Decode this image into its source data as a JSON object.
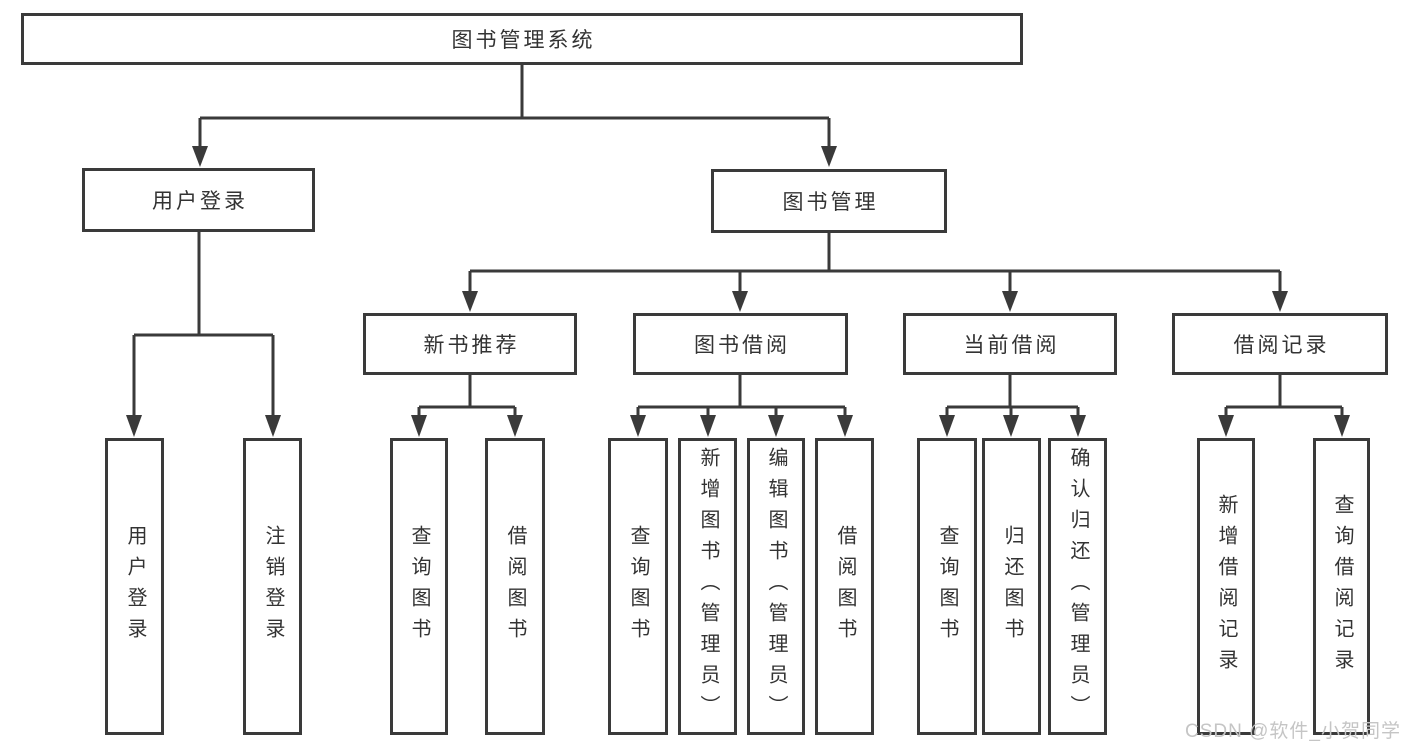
{
  "diagram": {
    "title": "图书管理系统",
    "root": {
      "label": "图书管理系统"
    },
    "level2": [
      {
        "label": "用户登录"
      },
      {
        "label": "图书管理"
      }
    ],
    "level3": [
      {
        "label": "新书推荐"
      },
      {
        "label": "图书借阅"
      },
      {
        "label": "当前借阅"
      },
      {
        "label": "借阅记录"
      }
    ],
    "leaves": [
      {
        "label": "用户登录"
      },
      {
        "label": "注销登录"
      },
      {
        "label": "查询图书"
      },
      {
        "label": "借阅图书"
      },
      {
        "label": "查询图书"
      },
      {
        "label": "新增图书（管理员）"
      },
      {
        "label": "编辑图书（管理员）"
      },
      {
        "label": "借阅图书"
      },
      {
        "label": "查询图书"
      },
      {
        "label": "归还图书"
      },
      {
        "label": "确认归还（管理员）"
      },
      {
        "label": "新增借阅记录"
      },
      {
        "label": "查询借阅记录"
      }
    ]
  },
  "watermark": "CSDN @软件_小贺同学",
  "colors": {
    "line": "#3a3a3a",
    "text": "#333333",
    "background": "#ffffff",
    "watermark": "#c5c5c5"
  }
}
